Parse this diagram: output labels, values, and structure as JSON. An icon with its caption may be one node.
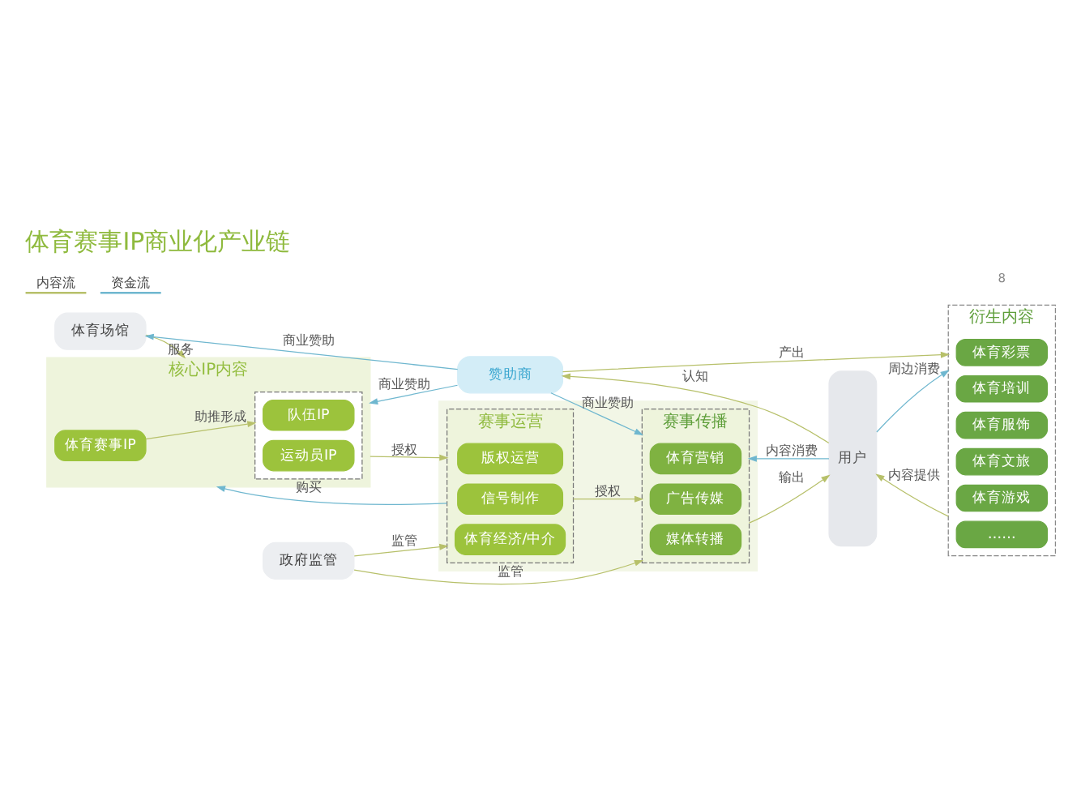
{
  "diagram": {
    "title": "体育赛事IP商业化产业链",
    "nodes": [
      {
        "text": [
          "核心IP内容"
        ]
      },
      {
        "text": [
          "体育赛事IP"
        ],
        "in": 0
      },
      {
        "text": [],
        "shape": "box",
        "in": 0
      },
      {
        "text": [
          "队伍IP"
        ],
        "in": 2
      },
      {
        "text": [
          "运动员IP"
        ],
        "in": 2
      },
      {
        "text": [],
        "shape": "box"
      },
      {
        "text": [
          "赛事运营"
        ],
        "in": 5
      },
      {
        "text": [
          "版权运营"
        ],
        "in": 6
      },
      {
        "text": [
          "信号制作"
        ],
        "in": 6
      },
      {
        "text": [
          "体育经济/中介"
        ],
        "in": 6
      },
      {
        "text": [
          "赛事传播"
        ],
        "in": 5
      },
      {
        "text": [
          "体育营销"
        ],
        "in": 10
      },
      {
        "text": [
          "广告传媒"
        ],
        "in": 10
      },
      {
        "text": [
          "媒体转播"
        ],
        "in": 10
      },
      {
        "text": [
          "用户"
        ]
      },
      {
        "text": [
          "衍生内容"
        ]
      },
      {
        "text": [
          "体育彩票"
        ],
        "in": 15
      },
      {
        "text": [
          "体育培训"
        ],
        "in": 15
      },
      {
        "text": [
          "体育服饰"
        ],
        "in": 15
      },
      {
        "text": [
          "体育文旅"
        ],
        "in": 15
      },
      {
        "text": [
          "体育游戏"
        ],
        "in": 15
      },
      {
        "text": [
          "……"
        ],
        "in": 15
      },
      {
        "text": [
          "体育场馆"
        ]
      },
      {
        "text": [
          "政府监管"
        ]
      },
      {
        "text": [
          "赞助商"
        ]
      }
    ],
    "edges": [
      {
        "from": 1,
        "to": 2,
        "arrow": "to",
        "label": "助推形成"
      },
      {
        "from": 6,
        "to": 0,
        "arrow": "to",
        "label": "购买",
        "color": "#6fb7cf"
      },
      {
        "from": 0,
        "to": 6,
        "arrow": "to",
        "label": "授权"
      },
      {
        "from": 6,
        "to": 10,
        "arrow": "to",
        "label": "授权"
      },
      {
        "from": 14,
        "to": 10,
        "arrow": "to",
        "label": "内容消费",
        "color": "#6fb7cf"
      },
      {
        "from": 10,
        "to": 14,
        "arrow": "to",
        "label": "输出"
      },
      {
        "from": 14,
        "to": 15,
        "arrow": "to",
        "label": "周边消费",
        "color": "#6fb7cf"
      },
      {
        "from": 15,
        "to": 14,
        "arrow": "to",
        "label": "内容提供"
      },
      {
        "from": 22,
        "to": 0,
        "arrow": "to",
        "label": "服务"
      },
      {
        "from": 24,
        "to": 0,
        "arrow": "to",
        "label": "商业赞助",
        "color": "#6fb7cf"
      },
      {
        "from": 24,
        "to": 22,
        "arrow": "to",
        "label": "商业赞助",
        "color": "#6fb7cf"
      },
      {
        "from": 23,
        "to": 6,
        "arrow": "to",
        "label": "监管"
      },
      {
        "from": 23,
        "to": 10,
        "arrow": "to",
        "label": "监管"
      },
      {
        "from": 24,
        "to": 10,
        "arrow": "to",
        "label": "商业赞助",
        "color": "#6fb7cf"
      },
      {
        "from": 14,
        "to": 24,
        "arrow": "to",
        "label": "认知"
      },
      {
        "from": 24,
        "to": 15,
        "arrow": "to",
        "label": "产出"
      }
    ],
    "labels": [
      "8"
    ],
    "legend": [
      {
        "text": "内容流"
      },
      {
        "text": "资金流"
      }
    ]
  }
}
